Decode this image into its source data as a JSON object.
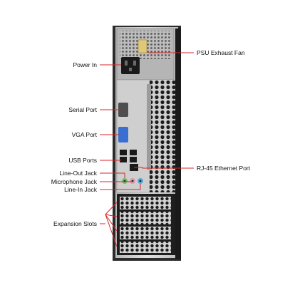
{
  "labels": {
    "psu_exhaust_fan": "PSU Exhaust Fan",
    "power_in": "Power In",
    "serial_port": "Serial Port",
    "vga_port": "VGA Port",
    "usb_ports": "USB Ports",
    "rj45_ethernet_port": "RJ-45 Ethernet Port",
    "line_out_jack": "Line-Out Jack",
    "microphone_jack": "Microphone Jack",
    "line_in_jack": "Line-In Jack",
    "expansion_slots": "Expansion Slots"
  },
  "colors": {
    "callout_line": "#d9262b",
    "chassis_dark": "#2b2b2b",
    "panel_silver": "#c9c9c9",
    "vga_blue": "#3a6fd1",
    "mic_pink": "#e09aa8",
    "line_in_blue": "#5aa7d6",
    "line_out_green": "#6fbf6b"
  }
}
